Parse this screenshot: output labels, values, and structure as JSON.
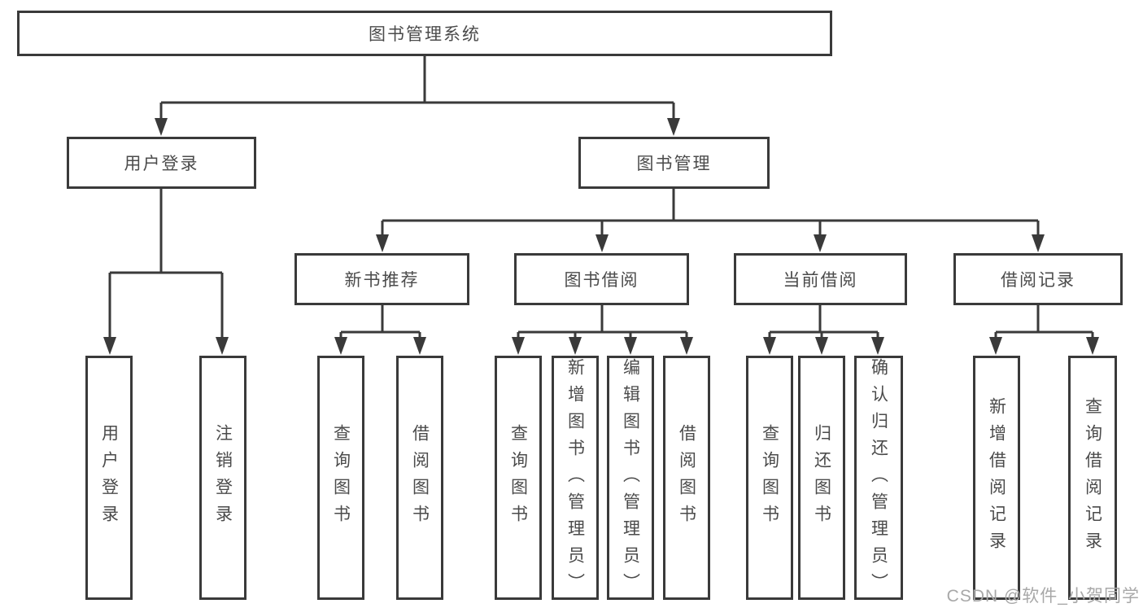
{
  "tree": {
    "label": "图书管理系统",
    "children": [
      {
        "label": "用户登录",
        "children": [
          {
            "label": "用户登录"
          },
          {
            "label": "注销登录"
          }
        ]
      },
      {
        "label": "图书管理",
        "children": [
          {
            "label": "新书推荐",
            "children": [
              {
                "label": "查询图书"
              },
              {
                "label": "借阅图书"
              }
            ]
          },
          {
            "label": "图书借阅",
            "children": [
              {
                "label": "查询图书"
              },
              {
                "label": "新增图书（管理员）"
              },
              {
                "label": "编辑图书（管理员）"
              },
              {
                "label": "借阅图书"
              }
            ]
          },
          {
            "label": "当前借阅",
            "children": [
              {
                "label": "查询图书"
              },
              {
                "label": "归还图书"
              },
              {
                "label": "确认归还（管理员）"
              }
            ]
          },
          {
            "label": "借阅记录",
            "children": [
              {
                "label": "新增借阅记录"
              },
              {
                "label": "查询借阅记录"
              }
            ]
          }
        ]
      }
    ]
  },
  "watermark": {
    "text": "CSDN @软件_小贺同学"
  },
  "colors": {
    "line": "#3a3a3a",
    "text": "#4b4b4b",
    "watermark": "#a8a8a8",
    "background": "#ffffff"
  }
}
